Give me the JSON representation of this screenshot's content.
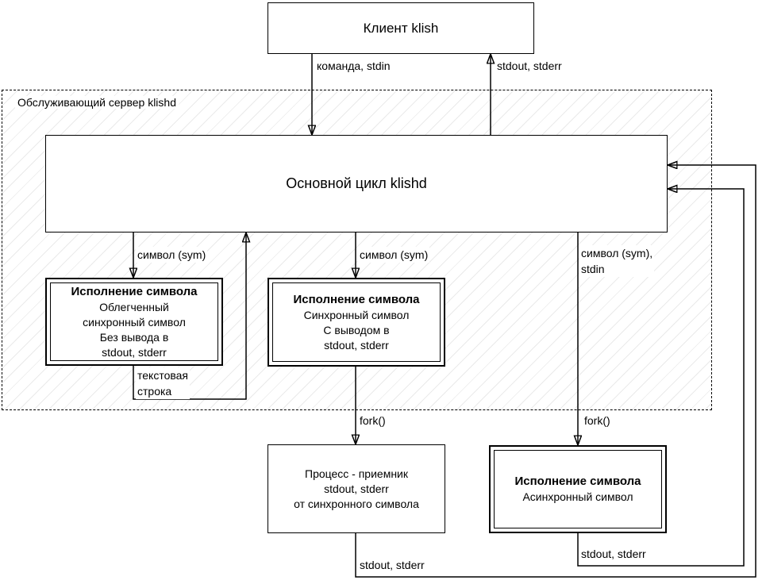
{
  "nodes": {
    "client": {
      "label": "Клиент klish"
    },
    "server": {
      "label": "Обслуживающий сервер klishd"
    },
    "main_loop": {
      "label": "Основной цикл klishd"
    },
    "sym_light": {
      "title": "Исполнение символа",
      "line1": "Облегченный",
      "line2": "синхронный символ",
      "line3": "Без вывода в",
      "line4": "stdout, stderr"
    },
    "sym_sync": {
      "title": "Исполнение символа",
      "line1": "Синхронный символ",
      "line2": "С выводом в",
      "line3": "stdout, stderr"
    },
    "receiver": {
      "line1": "Процесс - приемник",
      "line2": "stdout, stderr",
      "line3": "от синхронного символа"
    },
    "sym_async": {
      "title": "Исполнение символа",
      "line1": "Асинхронный символ"
    }
  },
  "edges": {
    "client_to_main": "команда, stdin",
    "main_to_client": "stdout, stderr",
    "main_to_sym_light": "символ (sym)",
    "main_to_sym_sync": "символ (sym)",
    "main_to_sym_async": "символ (sym),\nstdin",
    "sym_light_return": "текстовая\nстрока",
    "fork_sync": "fork()",
    "fork_async": "fork()",
    "receiver_to_main": "stdout, stderr",
    "async_to_main": "stdout, stderr"
  },
  "colors": {
    "line": "#000000",
    "hatch": "#eaeaea",
    "box_background": "#ffffff"
  }
}
